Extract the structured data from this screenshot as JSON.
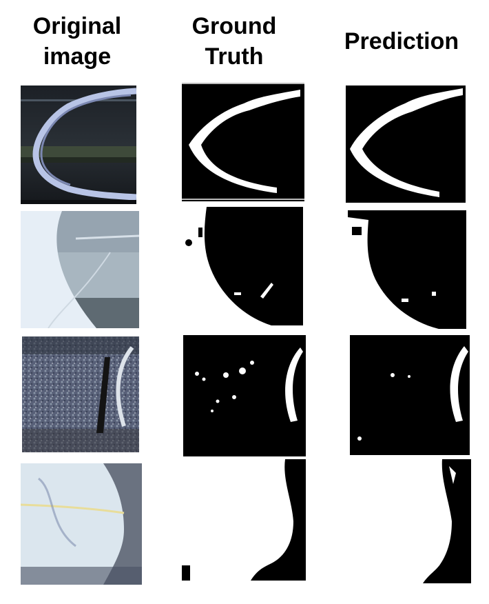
{
  "columns": {
    "original": "Original\nimage",
    "ground_truth": "Ground\nTruth",
    "prediction": "Prediction"
  },
  "colors": {
    "mask_foreground": "#ffffff",
    "mask_background": "#000000"
  }
}
